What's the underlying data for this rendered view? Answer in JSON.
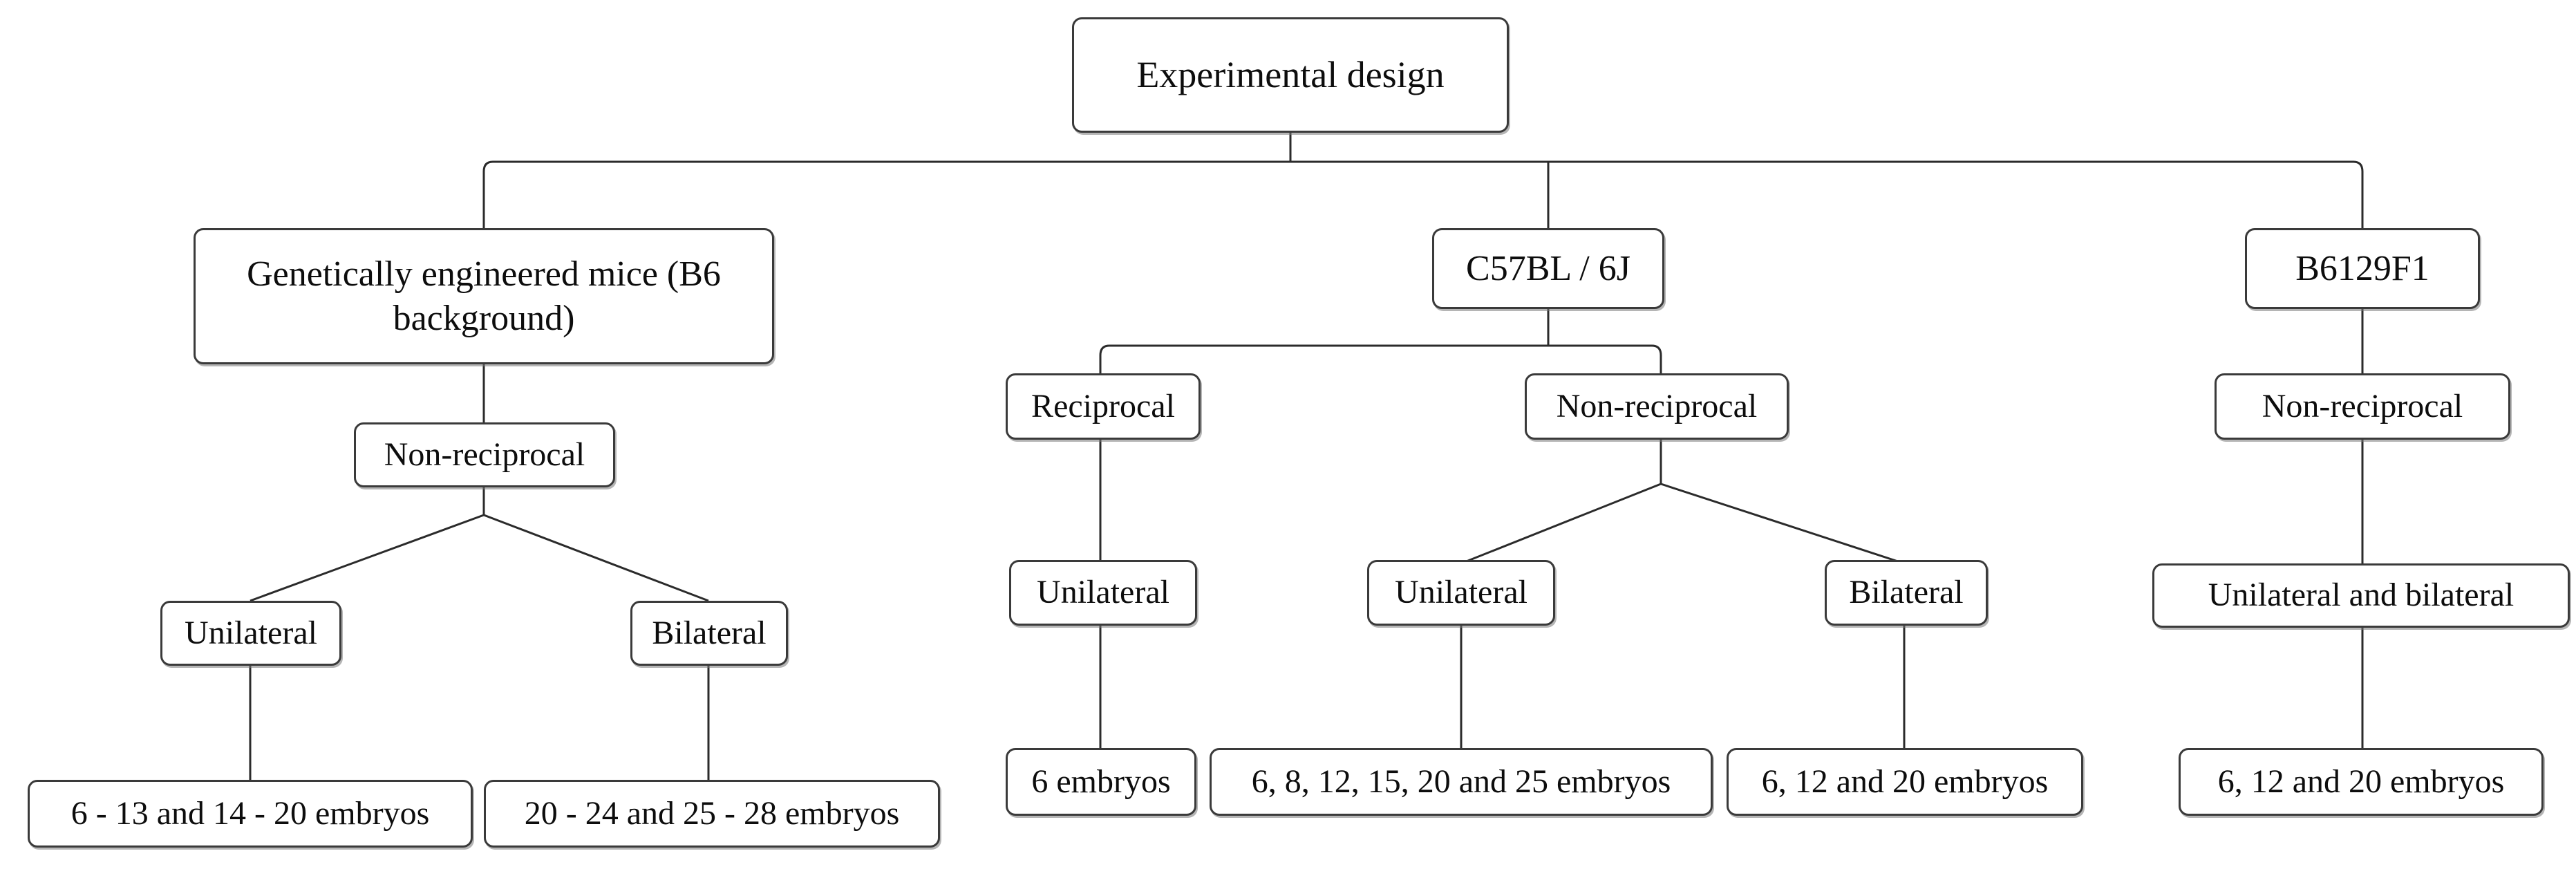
{
  "diagram": {
    "title": "Experimental design",
    "background_color": "#ffffff",
    "node_border_color": "#3a3a3a",
    "node_fill_color": "#ffffff",
    "edge_color": "#2b2b2b",
    "text_color": "#0d0d0d"
  },
  "nodes": {
    "root": {
      "label": "Experimental design"
    },
    "left_strain": {
      "label": "Genetically engineered mice (B6\nbackground)"
    },
    "left_nonreciprocal": {
      "label": "Non-reciprocal"
    },
    "left_unilateral": {
      "label": "Unilateral"
    },
    "left_bilateral": {
      "label": "Bilateral"
    },
    "left_unilateral_embryos": {
      "label": "6 - 13 and 14 - 20 embryos"
    },
    "left_bilateral_embryos": {
      "label": "20 - 24 and 25 - 28 embryos"
    },
    "mid_strain": {
      "label": "C57BL / 6J"
    },
    "mid_reciprocal": {
      "label": "Reciprocal"
    },
    "mid_nonreciprocal": {
      "label": "Non-reciprocal"
    },
    "mid_reciprocal_unilateral": {
      "label": "Unilateral"
    },
    "mid_nonreciprocal_unilateral": {
      "label": "Unilateral"
    },
    "mid_nonreciprocal_bilateral": {
      "label": "Bilateral"
    },
    "mid_reciprocal_embryos": {
      "label": "6 embryos"
    },
    "mid_nonreciprocal_unilateral_embryos": {
      "label": "6, 8, 12, 15, 20 and 25 embryos"
    },
    "mid_nonreciprocal_bilateral_embryos": {
      "label": "6, 12 and 20 embryos"
    },
    "right_strain": {
      "label": "B6129F1"
    },
    "right_nonreciprocal": {
      "label": "Non-reciprocal"
    },
    "right_unilateral_bilateral": {
      "label": "Unilateral and bilateral"
    },
    "right_embryos": {
      "label": "6, 12 and 20 embryos"
    }
  },
  "chart_data": {
    "type": "tree",
    "title": "Experimental design",
    "root": "Experimental design",
    "edges": [
      [
        "Experimental design",
        "Genetically engineered mice (B6 background)"
      ],
      [
        "Experimental design",
        "C57BL / 6J"
      ],
      [
        "Experimental design",
        "B6129F1"
      ],
      [
        "Genetically engineered mice (B6 background)",
        "Non-reciprocal"
      ],
      [
        "Non-reciprocal (B6 background)",
        "Unilateral"
      ],
      [
        "Non-reciprocal (B6 background)",
        "Bilateral"
      ],
      [
        "Unilateral (B6 background)",
        "6 - 13 and 14 - 20 embryos"
      ],
      [
        "Bilateral (B6 background)",
        "20 - 24 and 25 - 28 embryos"
      ],
      [
        "C57BL / 6J",
        "Reciprocal"
      ],
      [
        "C57BL / 6J",
        "Non-reciprocal"
      ],
      [
        "Reciprocal",
        "Unilateral"
      ],
      [
        "Non-reciprocal (C57BL/6J)",
        "Unilateral"
      ],
      [
        "Non-reciprocal (C57BL/6J)",
        "Bilateral"
      ],
      [
        "Unilateral (Reciprocal)",
        "6 embryos"
      ],
      [
        "Unilateral (Non-reciprocal C57BL/6J)",
        "6, 8, 12, 15, 20 and 25 embryos"
      ],
      [
        "Bilateral (Non-reciprocal C57BL/6J)",
        "6, 12 and 20 embryos"
      ],
      [
        "B6129F1",
        "Non-reciprocal"
      ],
      [
        "Non-reciprocal (B6129F1)",
        "Unilateral and bilateral"
      ],
      [
        "Unilateral and bilateral",
        "6, 12 and 20 embryos"
      ]
    ],
    "levels": [
      [
        "Experimental design"
      ],
      [
        "Genetically engineered mice (B6 background)",
        "C57BL / 6J",
        "B6129F1"
      ],
      [
        "Non-reciprocal",
        "Reciprocal",
        "Non-reciprocal",
        "Non-reciprocal"
      ],
      [
        "Unilateral",
        "Bilateral",
        "Unilateral",
        "Unilateral",
        "Bilateral",
        "Unilateral and bilateral"
      ],
      [
        "6 - 13 and 14 - 20 embryos",
        "20 - 24 and 25 - 28 embryos",
        "6 embryos",
        "6, 8, 12, 15, 20 and 25 embryos",
        "6, 12 and 20 embryos",
        "6, 12 and 20 embryos"
      ]
    ]
  }
}
